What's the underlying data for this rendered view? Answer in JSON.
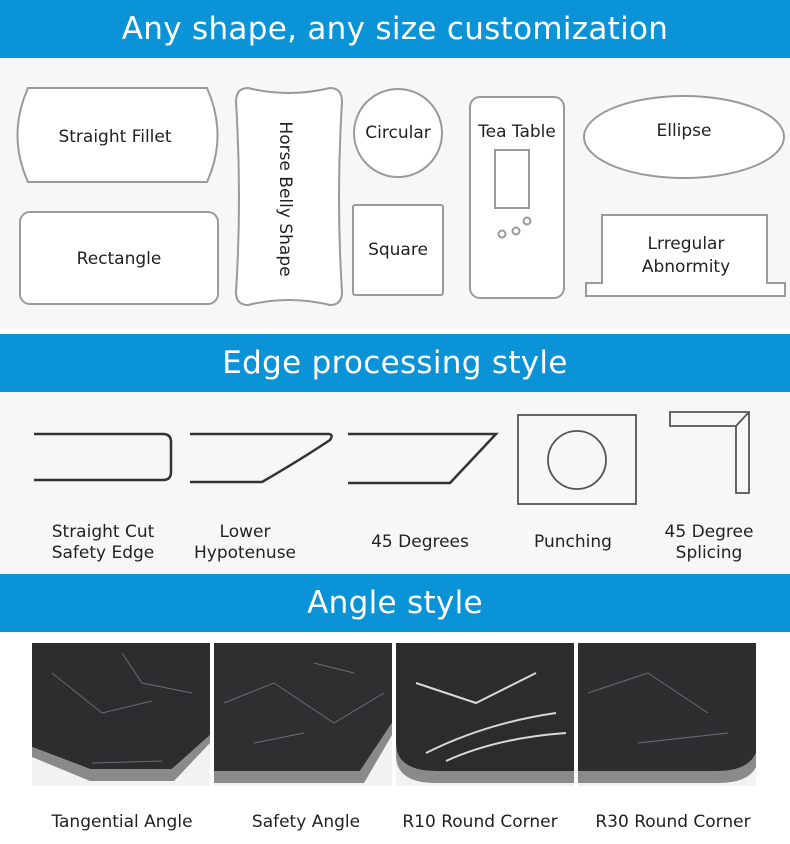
{
  "sections": {
    "shapes_title": "Any shape, any size customization",
    "edge_title": "Edge processing style",
    "angle_title": "Angle style"
  },
  "shapes": {
    "straight_fillet": "Straight Fillet",
    "horse_belly": "Horse Belly Shape",
    "circular": "Circular",
    "tea_table": "Tea Table",
    "ellipse": "Ellipse",
    "rectangle": "Rectangle",
    "square": "Square",
    "irregular_line1": "Lrregular",
    "irregular_line2": "Abnormity"
  },
  "edges": {
    "straight_cut_line1": "Straight Cut",
    "straight_cut_line2": "Safety Edge",
    "lower_hyp_line1": "Lower",
    "lower_hyp_line2": "Hypotenuse",
    "deg45": "45 Degrees",
    "punching": "Punching",
    "splicing_line1": "45 Degree",
    "splicing_line2": "Splicing"
  },
  "angles": {
    "tangential": "Tangential Angle",
    "safety": "Safety Angle",
    "r10": "R10 Round Corner",
    "r30": "R30 Round Corner"
  },
  "colors": {
    "banner": "#0b93d8",
    "panel": "#f7f7f7",
    "marble": "#2a2c2e"
  }
}
